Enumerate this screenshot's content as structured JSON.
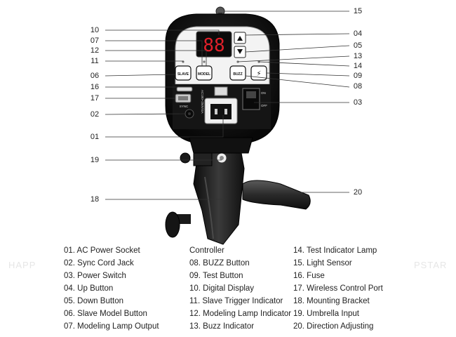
{
  "diagram": {
    "callouts": [
      {
        "num": "15",
        "side": "right",
        "target": "light-sensor"
      },
      {
        "num": "10",
        "side": "left",
        "target": "digital-display"
      },
      {
        "num": "04",
        "side": "right",
        "target": "up-button"
      },
      {
        "num": "07",
        "side": "left",
        "target": "modeling-lamp-output"
      },
      {
        "num": "05",
        "side": "right",
        "target": "down-button"
      },
      {
        "num": "12",
        "side": "left",
        "target": "modeling-lamp-indicator"
      },
      {
        "num": "13",
        "side": "right",
        "target": "buzz-indicator"
      },
      {
        "num": "11",
        "side": "left",
        "target": "slave-trigger-indicator"
      },
      {
        "num": "14",
        "side": "right",
        "target": "test-indicator-lamp"
      },
      {
        "num": "06",
        "side": "left",
        "target": "slave-model-button"
      },
      {
        "num": "09",
        "side": "right",
        "target": "test-button"
      },
      {
        "num": "16",
        "side": "left",
        "target": "fuse"
      },
      {
        "num": "08",
        "side": "right",
        "target": "buzz-button"
      },
      {
        "num": "17",
        "side": "left",
        "target": "wireless-control-port"
      },
      {
        "num": "03",
        "side": "right",
        "target": "power-switch"
      },
      {
        "num": "02",
        "side": "left",
        "target": "sync-cord-jack"
      },
      {
        "num": "01",
        "side": "left",
        "target": "ac-power-socket"
      },
      {
        "num": "19",
        "side": "left",
        "target": "umbrella-input"
      },
      {
        "num": "20",
        "side": "right",
        "target": "direction-adjusting"
      },
      {
        "num": "18",
        "side": "left",
        "target": "mounting-bracket"
      }
    ],
    "panel": {
      "display_text": "88",
      "buttons": {
        "slave": "SLAVE",
        "model": "MODEL",
        "buzz": "BUZZ",
        "test_symbol": "⚡"
      },
      "labels": {
        "sync": "SYNC",
        "on": "ON",
        "off": "OFF",
        "voltage": "AC180~250V/4A"
      }
    }
  },
  "legend": {
    "columns": [
      [
        "01. AC Power Socket",
        "02. Sync Cord Jack",
        "03. Power Switch",
        "04. Up Button",
        "05. Down Button",
        "06. Slave Model Button",
        "07. Modeling Lamp Output"
      ],
      [
        "Controller",
        "08. BUZZ Button",
        "09. Test Button",
        "10. Digital Display",
        "11. Slave Trigger Indicator",
        "12. Modeling Lamp Indicator",
        "13. Buzz Indicator"
      ],
      [
        "14. Test Indicator Lamp",
        "15. Light Sensor",
        "16. Fuse",
        "17. Wireless Control Port",
        "18. Mounting Bracket",
        "19. Umbrella Input",
        "20. Direction Adjusting"
      ]
    ]
  },
  "watermark": {
    "left": "HAPP",
    "right": "PSTAR"
  },
  "colors": {
    "led": "#e0202a",
    "body": "#1a1a1a",
    "panel": "#f3f3f3"
  }
}
